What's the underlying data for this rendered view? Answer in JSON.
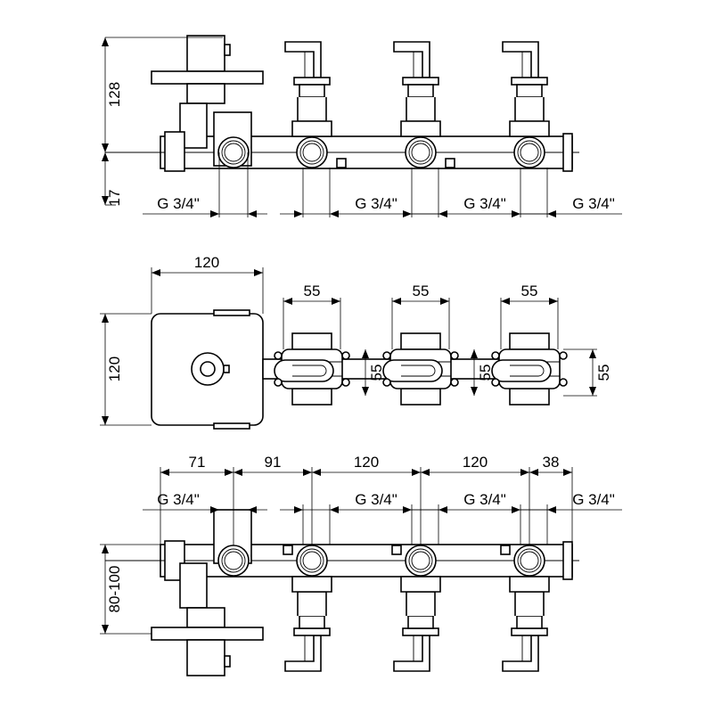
{
  "drawing": {
    "views": {
      "side_top": {
        "height_label": "128",
        "offset_label": "17",
        "thread_labels": [
          "G 3/4\"",
          "G 3/4\"",
          "G 3/4\"",
          "G 3/4\""
        ]
      },
      "front": {
        "plate_width_label": "120",
        "plate_height_label": "120",
        "valve_width_labels": [
          "55",
          "55",
          "55"
        ],
        "valve_height_labels": [
          "55",
          "55",
          "55"
        ]
      },
      "side_bottom": {
        "spacing_labels": [
          "71",
          "91",
          "120",
          "120",
          "38"
        ],
        "thread_labels": [
          "G 3/4\"",
          "G 3/4\"",
          "G 3/4\"",
          "G 3/4\""
        ],
        "depth_label": "80-100"
      }
    }
  }
}
